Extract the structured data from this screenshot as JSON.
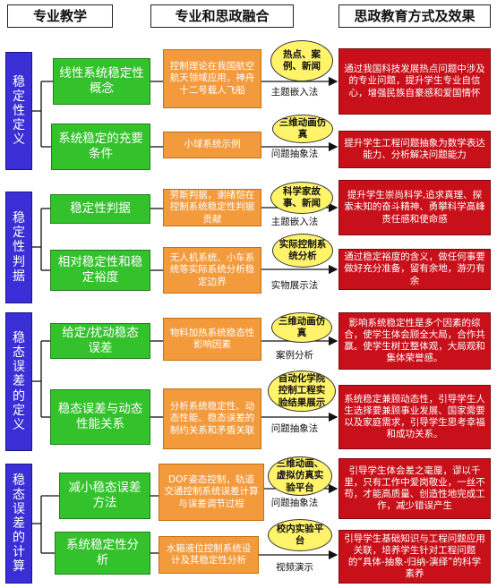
{
  "headers": [
    "专业教学",
    "专业和思政融合",
    "思政教育方式及效果"
  ],
  "sections": [
    {
      "title": "稳定性定义",
      "topics": [
        {
          "label": "线性系统稳定性概念",
          "integration": "控制理论在我国航空航天领域应用，神舟十二号载人飞船",
          "tag": "热点、案例、新闻",
          "method": "主题嵌入法",
          "effect": "通过我国科技发展热点问题中涉及的专业问题，提升学生专业自信心，增强民族自豪感和爱国情怀"
        },
        {
          "label": "系统稳定的充要条件",
          "integration": "小球系统示例",
          "tag": "三维动画仿真",
          "method": "问题抽象法",
          "effect": "提升学生工程问题抽象为数学表达能力、分析解决问题能力"
        }
      ]
    },
    {
      "title": "稳定性判据",
      "topics": [
        {
          "label": "稳定性判据",
          "integration": "劳斯判据，谢绪恺在控制系统稳定性判据贡献",
          "tag": "科学家故事、新闻",
          "method": "主题嵌入法",
          "effect": "提升学生崇尚科学,追求真理、探索未知的奋斗精神、勇攀科学高峰责任感和使命感"
        },
        {
          "label": "相对稳定性和稳定裕度",
          "integration": "无人机系统、小车系统等实际系统分析稳定边界",
          "tag": "实际控制系统分析",
          "method": "实物展示法",
          "effect": "通过稳定裕度的含义，做任何事要做好充分准备，留有余地，游刃有余"
        }
      ]
    },
    {
      "title": "稳态误差的定义",
      "topics": [
        {
          "label": "给定/扰动稳态误差",
          "integration": "物料加热系统稳态性影响因素",
          "tag": "三维动画仿真",
          "method": "案例分析",
          "effect": "影响系统稳定性是多个因素的综合，使学生体会顾全大局，合作共赢。使学生树立整体观，大局观和集体荣誉感。"
        },
        {
          "label": "稳态误差与动态性能关系",
          "integration": "分析系统稳定性、动态性能、稳态误差的制约关系和矛盾关联",
          "tag": "自动化学院控制工程实验结果展示",
          "method": "问题抽象法",
          "effect": "系统稳定兼顾动态性，引导学生人生选择要兼顾事业发展、国家需要以及家庭需求，引导学生思考幸福和成功关系。"
        }
      ]
    },
    {
      "title": "稳态误差的计算",
      "topics": [
        {
          "label": "减小稳态误差方法",
          "integration": "DOF姿态控制，轨道交通控制系统误差计算与误差调节过程",
          "tag": "三维动画、虚拟仿真实验平台",
          "method": "问题抽象法",
          "effect": "引导学生体会差之毫厘，谬以千里，只有工作中爱岗敬业，一丝不苟，才能高质量、创造性地完成工作，减少错误产生"
        },
        {
          "label": "系统稳定性分析",
          "integration": "水箱液位控制系统设计及其稳定性分析",
          "tag": "校内实验平台",
          "method": "视频演示",
          "effect": "引导学生基础知识与工程问题应用关联，培养学生针对工程问题的“具体-抽象-归纳-演绎”的科学素养"
        }
      ]
    }
  ]
}
